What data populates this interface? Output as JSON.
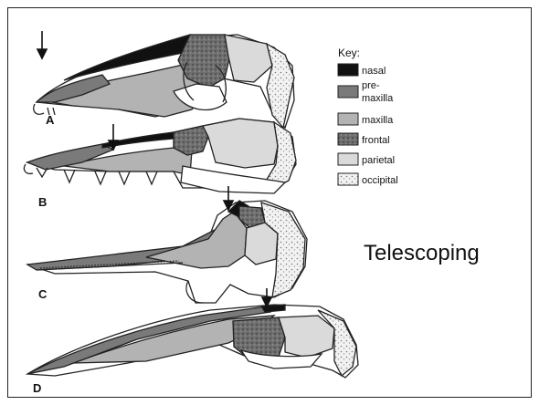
{
  "panels": [
    {
      "label": "A"
    },
    {
      "label": "B"
    },
    {
      "label": "C"
    },
    {
      "label": "D"
    }
  ],
  "key": {
    "title": "Key:",
    "items": [
      {
        "label": "nasal",
        "color": "#111111"
      },
      {
        "label": "pre-",
        "label2": "maxilla",
        "color": "#7a7a7a"
      },
      {
        "label": "maxilla",
        "color": "#b3b3b3"
      },
      {
        "label": "frontal",
        "color": "#6b6b6b"
      },
      {
        "label": "parietal",
        "color": "#dadada"
      },
      {
        "label": "occipital",
        "color": "#efefef"
      }
    ]
  },
  "caption": "Telescoping"
}
